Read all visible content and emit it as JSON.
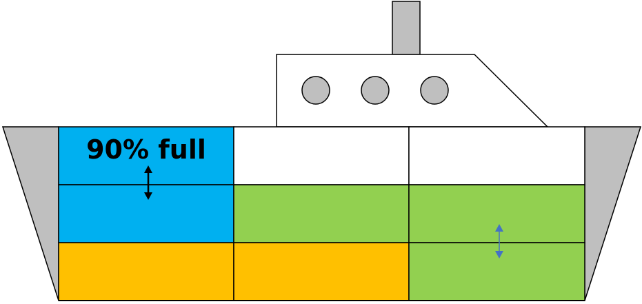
{
  "diagram": {
    "fill_label": "90% full",
    "colors": {
      "hull_side": "#bfbfbf",
      "funnel": "#bfbfbf",
      "porthole": "#bfbfbf",
      "blue_hold": "#00b0f0",
      "green_hold": "#92d050",
      "orange_hold": "#ffc000",
      "empty_hold": "#ffffff",
      "outline": "#000000",
      "blue_arrow": "#4472c4"
    },
    "holds": [
      {
        "row": 0,
        "col": 0,
        "color": "blue_hold"
      },
      {
        "row": 0,
        "col": 1,
        "color": "empty_hold"
      },
      {
        "row": 0,
        "col": 2,
        "color": "empty_hold"
      },
      {
        "row": 1,
        "col": 0,
        "color": "blue_hold"
      },
      {
        "row": 1,
        "col": 1,
        "color": "green_hold"
      },
      {
        "row": 1,
        "col": 2,
        "color": "green_hold"
      },
      {
        "row": 2,
        "col": 0,
        "color": "orange_hold"
      },
      {
        "row": 2,
        "col": 1,
        "color": "orange_hold"
      },
      {
        "row": 2,
        "col": 2,
        "color": "green_hold"
      }
    ]
  }
}
